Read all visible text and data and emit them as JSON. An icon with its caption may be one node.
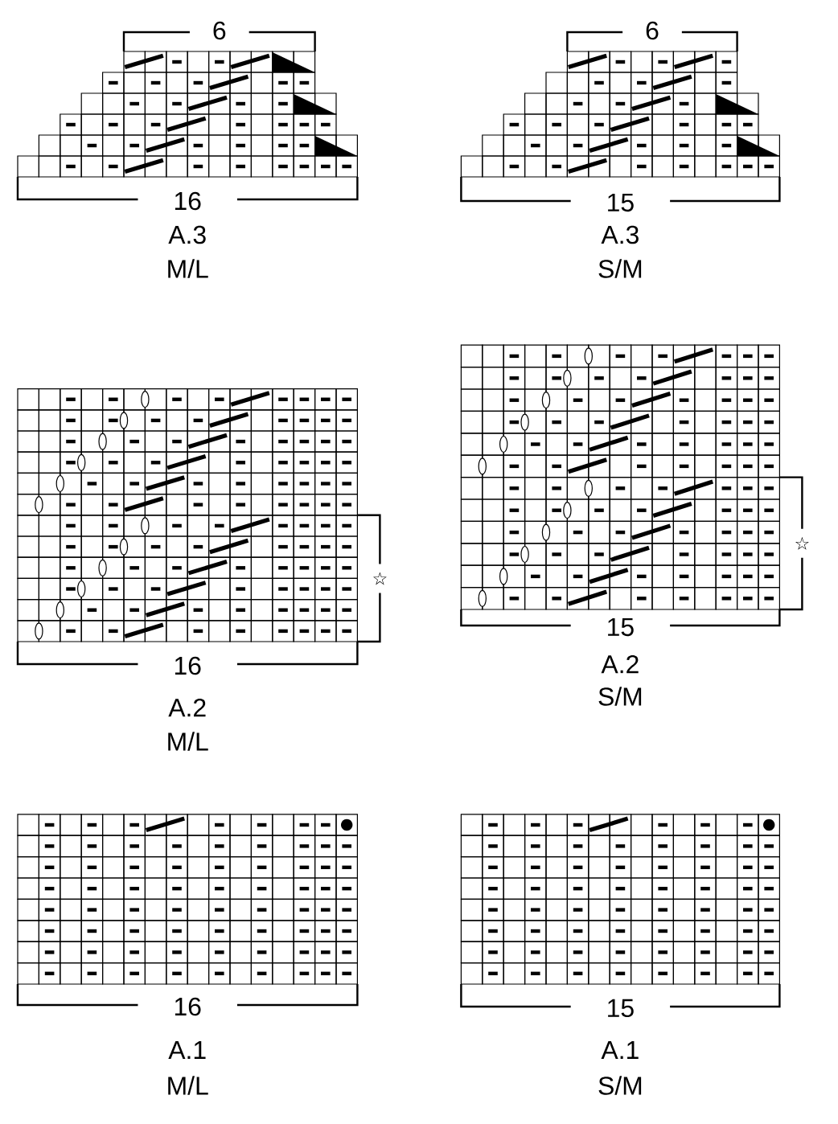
{
  "diagram": {
    "labels": [
      "6",
      "16",
      "A.3",
      "M/L",
      "6",
      "15",
      "A.3",
      "S/M",
      "☆",
      "16",
      "A.2",
      "M/L",
      "☆",
      "15",
      "A.2",
      "S/M",
      "16",
      "A.1",
      "M/L",
      "15",
      "A.1",
      "S/M"
    ]
  }
}
